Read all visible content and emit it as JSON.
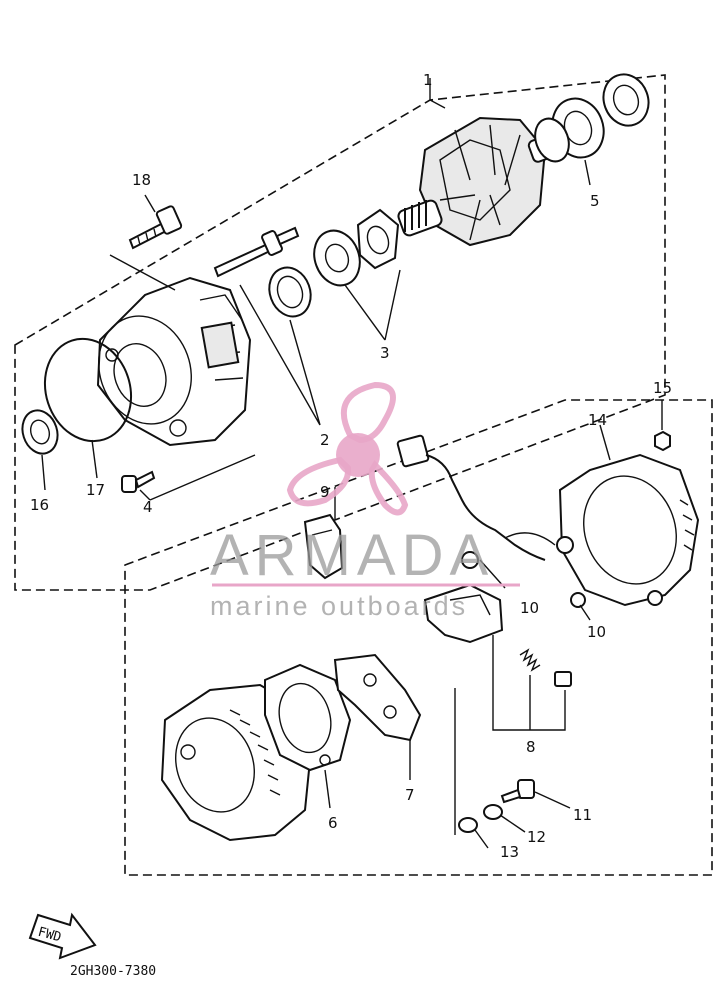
{
  "callouts": [
    {
      "id": "1",
      "label": "1"
    },
    {
      "id": "2",
      "label": "2"
    },
    {
      "id": "3",
      "label": "3"
    },
    {
      "id": "4",
      "label": "4"
    },
    {
      "id": "5",
      "label": "5"
    },
    {
      "id": "6",
      "label": "6"
    },
    {
      "id": "7",
      "label": "7"
    },
    {
      "id": "8",
      "label": "8"
    },
    {
      "id": "9",
      "label": "9"
    },
    {
      "id": "10a",
      "label": "10"
    },
    {
      "id": "10b",
      "label": "10"
    },
    {
      "id": "11",
      "label": "11"
    },
    {
      "id": "12",
      "label": "12"
    },
    {
      "id": "13",
      "label": "13"
    },
    {
      "id": "14",
      "label": "14"
    },
    {
      "id": "15",
      "label": "15"
    },
    {
      "id": "16",
      "label": "16"
    },
    {
      "id": "17",
      "label": "17"
    },
    {
      "id": "18",
      "label": "18"
    }
  ],
  "fwd_label": "FWD",
  "diagram_code": "2GH300-7380",
  "watermark": {
    "brand": "ARMADA",
    "tagline": "marine outboards",
    "logo_color": "#e8a6c8",
    "line_color": "#e8a6c8"
  }
}
